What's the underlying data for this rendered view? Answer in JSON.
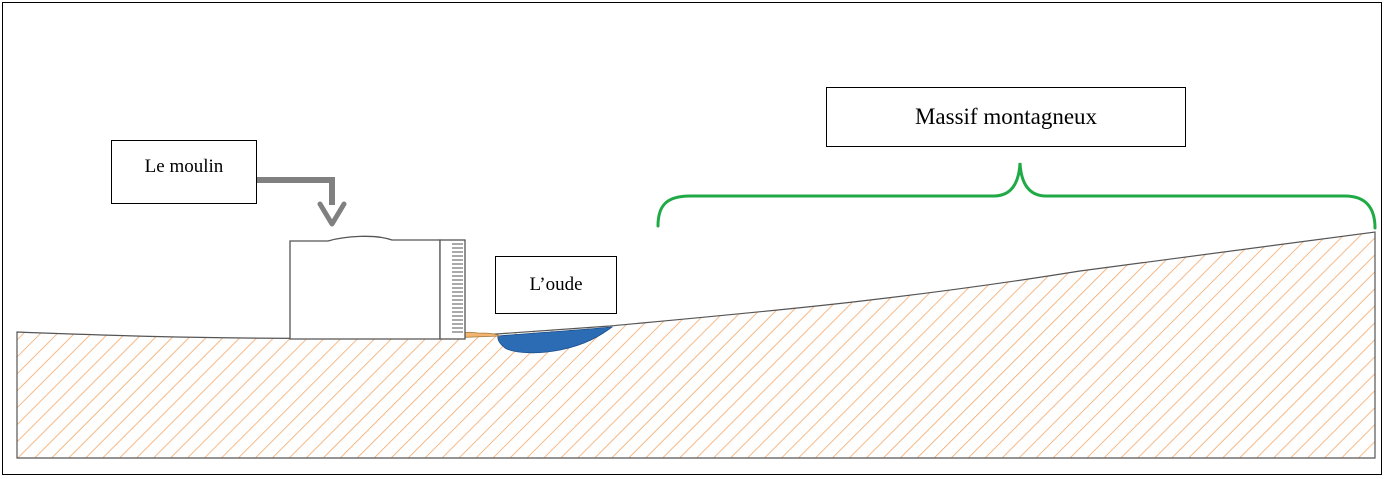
{
  "labels": {
    "moulin": "Le moulin",
    "oude": "L’oude",
    "massif": "Massif montagneux"
  },
  "colors": {
    "hatch": "#f4a86a",
    "water": "#2b6cb5",
    "bracket": "#1faa46",
    "arrow": "#808080",
    "outline": "#555555"
  }
}
